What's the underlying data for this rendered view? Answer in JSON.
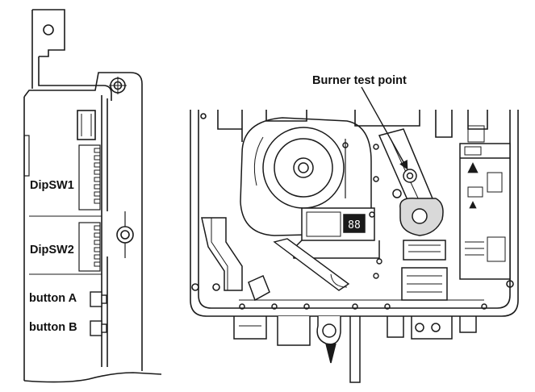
{
  "labels": {
    "burner_test_point": "Burner test point",
    "dipsw1": "DipSW1",
    "dipsw2": "DipSW2",
    "button_a": "button A",
    "button_b": "button B"
  },
  "display_readout": "88",
  "colors": {
    "line": "#1a1a1a",
    "shade": "#d9d9d9",
    "background": "#ffffff"
  }
}
